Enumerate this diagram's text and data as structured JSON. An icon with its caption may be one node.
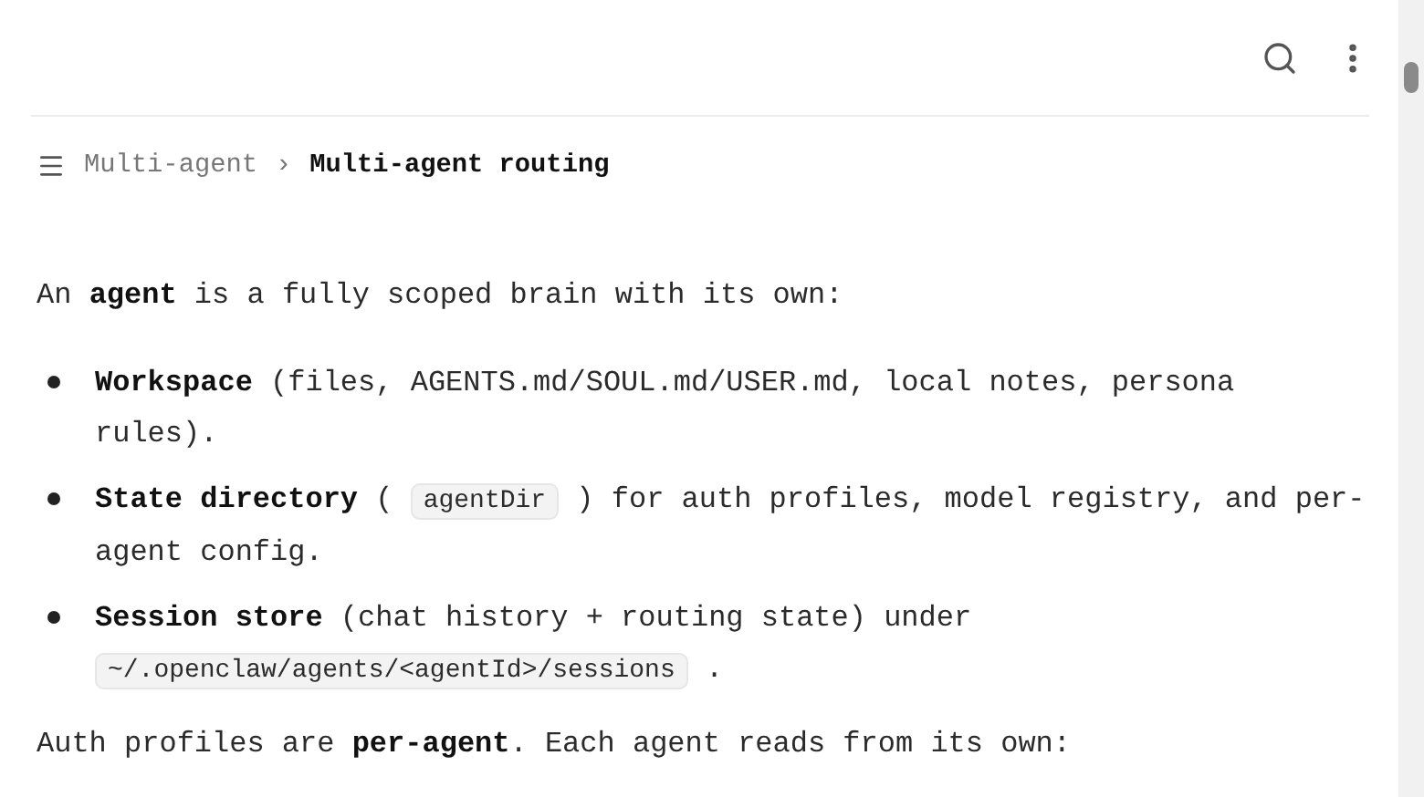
{
  "diagram": {
    "labels": [
      "Multi-agent",
      "›",
      "Multi-agent routing",
      "An **agent** is a fully scoped brain with its own:",
      "**Workspace** (files, AGENTS.md/SOUL.md/USER.md, local notes, persona rules).",
      "**State directory** (",
      "agentDir",
      ") for auth profiles, model registry, and per-agent config.",
      "**Session store** (chat history + routing state) under",
      "~/.openclaw/agents/<agentId>/sessions",
      ".",
      "Auth profiles are **per-agent**. Each agent reads from its own:"
    ]
  }
}
